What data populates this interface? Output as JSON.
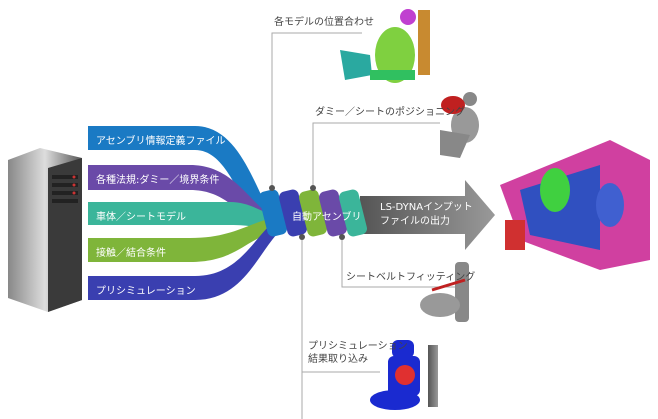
{
  "inputs": [
    {
      "label": "アセンブリ情報定義ファイル",
      "color": "#1a7ac4"
    },
    {
      "label": "各種法規:ダミー／境界条件",
      "color": "#6a4aa8"
    },
    {
      "label": "車体／シートモデル",
      "color": "#3bb59a"
    },
    {
      "label": "接触／結合条件",
      "color": "#7fb53a"
    },
    {
      "label": "プリシミュレーション",
      "color": "#3a3fb0"
    }
  ],
  "center_label": "自動アセンブリ",
  "output": {
    "line1": "LS-DYNAインプット",
    "line2": "ファイルの出力"
  },
  "steps": {
    "positioning": "各モデルの位置合わせ",
    "dummy_seat": "ダミー／シートのポジショニング",
    "seatbelt": "シートベルトフィッティング",
    "presim_line1": "プリシミュレーション",
    "presim_line2": "結果取り込み"
  }
}
